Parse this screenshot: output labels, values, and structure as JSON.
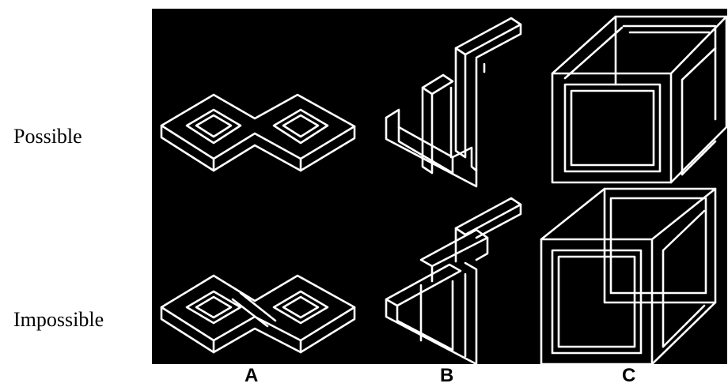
{
  "rows": {
    "possible": "Possible",
    "impossible": "Impossible"
  },
  "columns": {
    "a": "A",
    "b": "B",
    "c": "C"
  },
  "colors": {
    "background": "#000000",
    "lines": "#ffffff",
    "page": "#ffffff"
  }
}
